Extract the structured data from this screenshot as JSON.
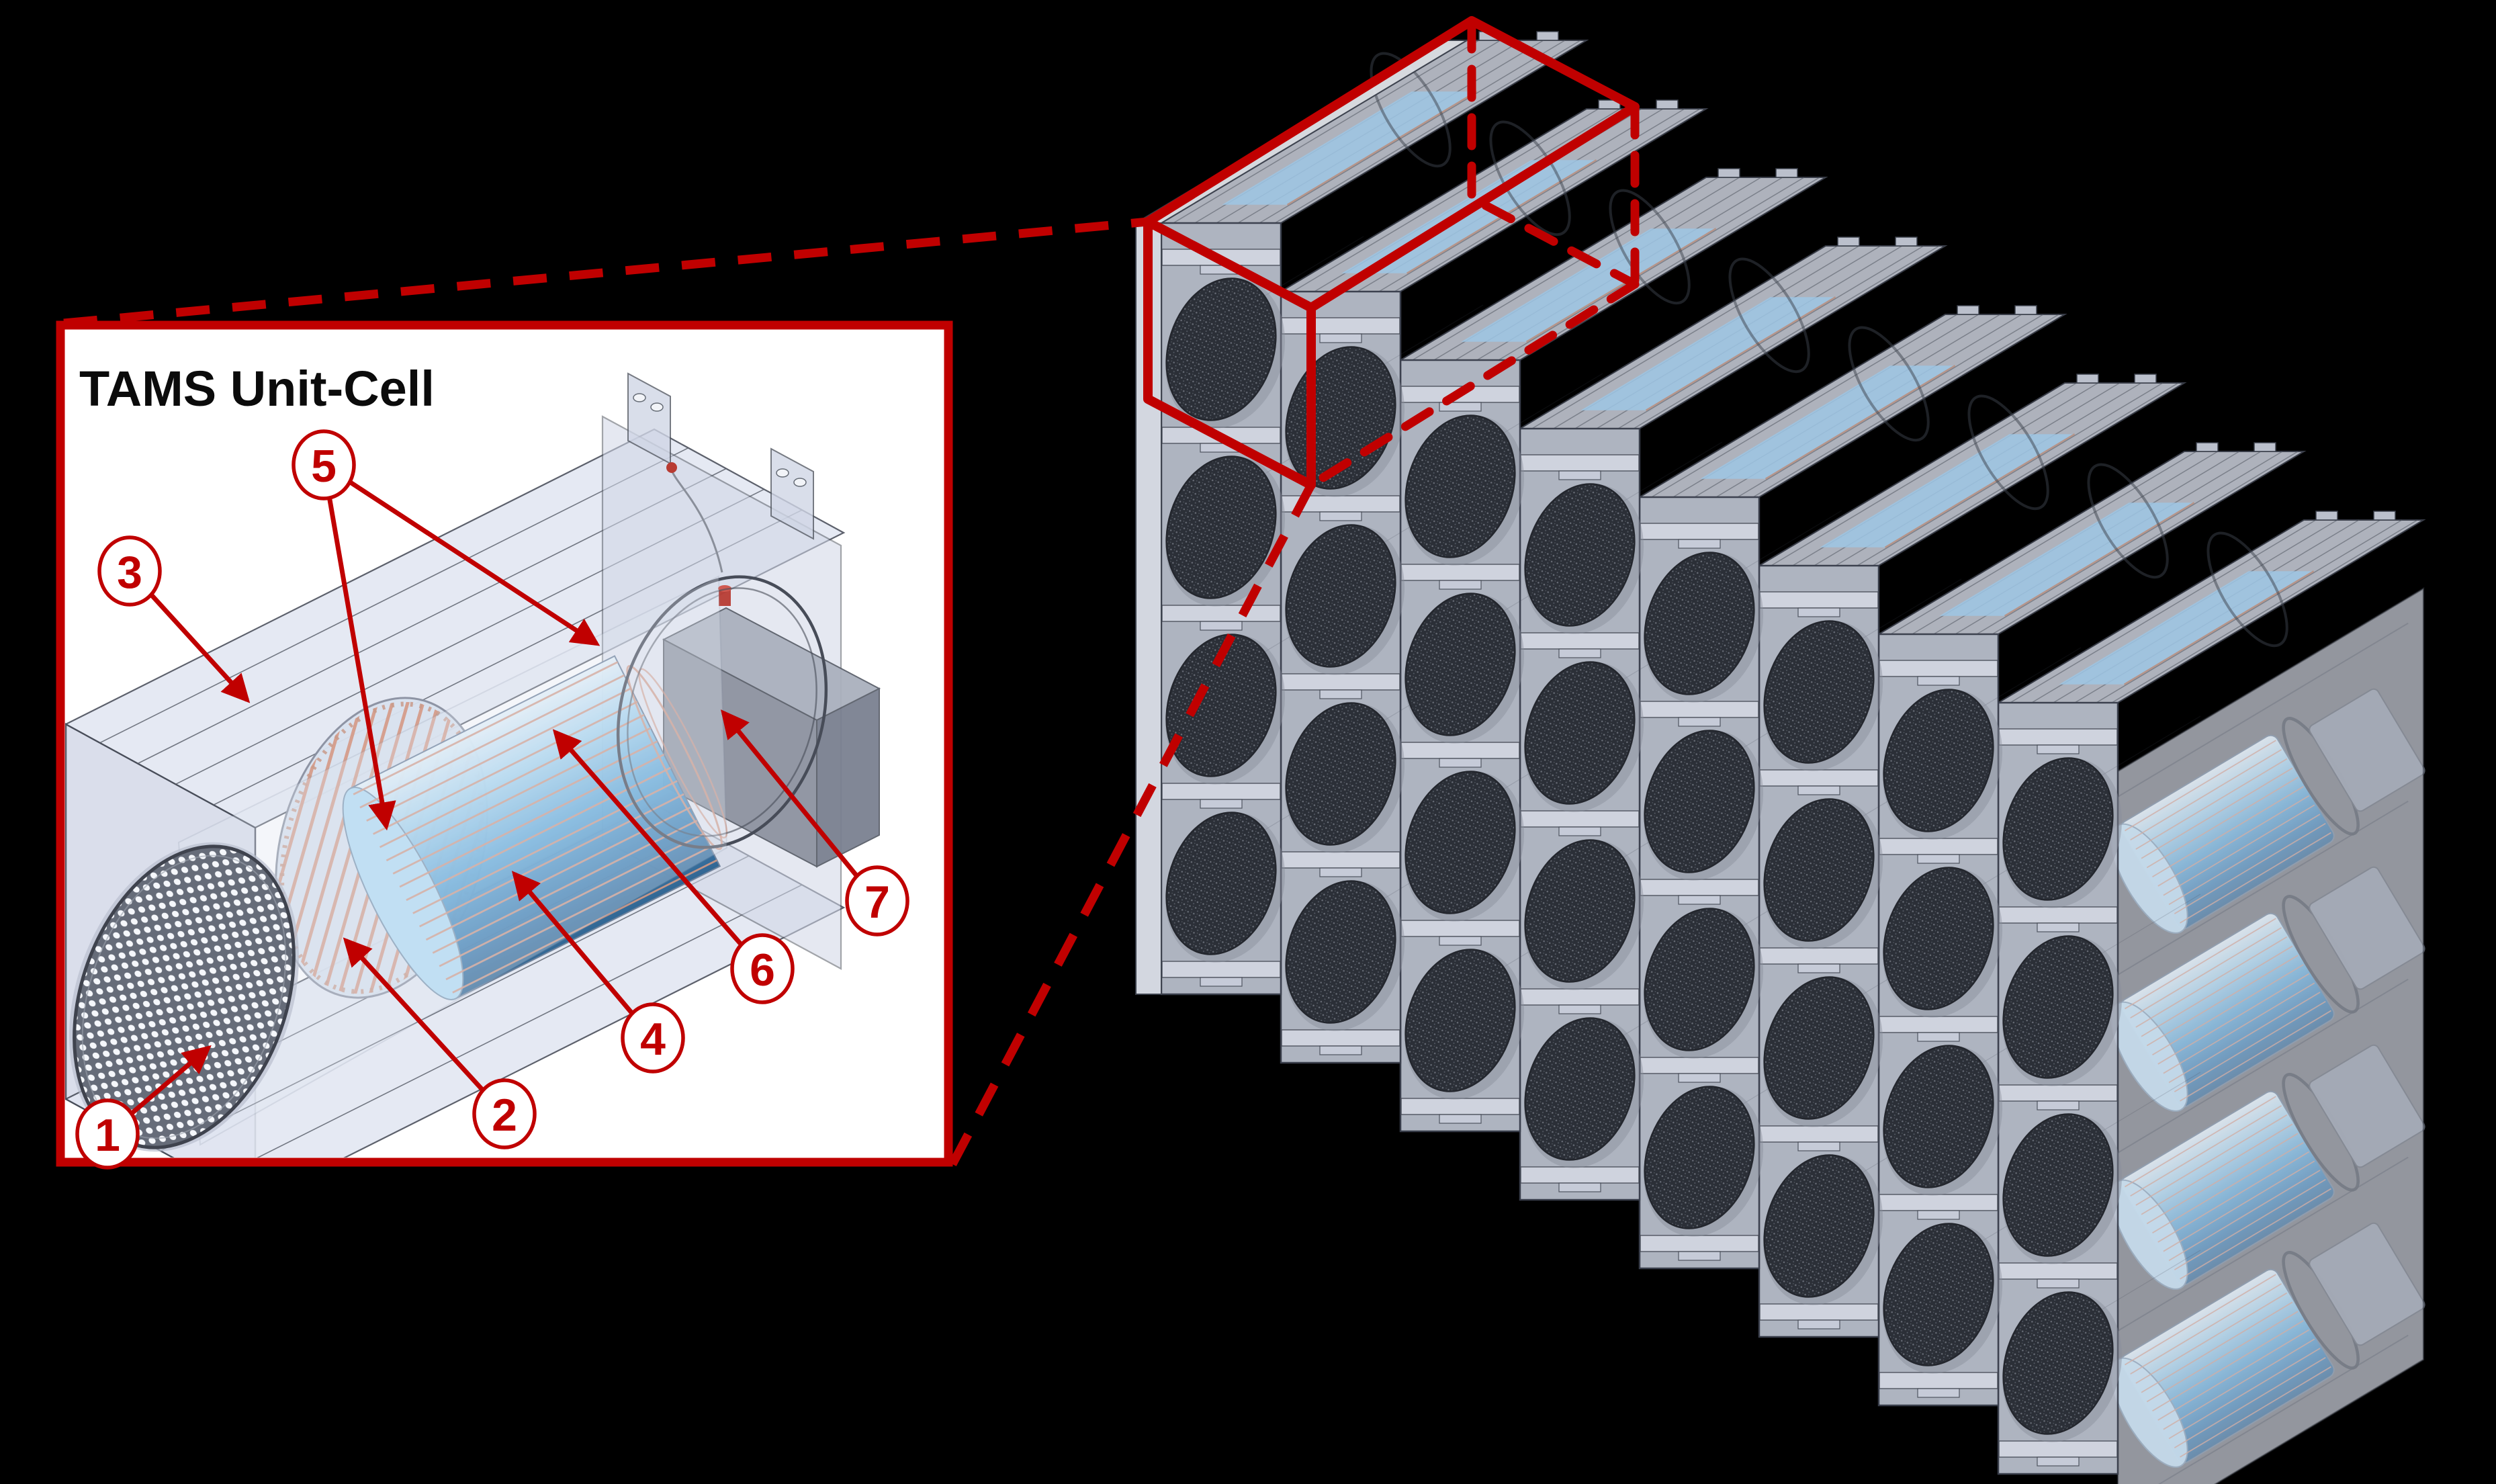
{
  "figure": {
    "background": "#000000",
    "kind": "CAD assembly diagram",
    "inset": {
      "title": "TAMS Unit-Cell",
      "background": "#ffffff",
      "border_color": "#c00000"
    },
    "callouts": [
      {
        "label": "1"
      },
      {
        "label": "2"
      },
      {
        "label": "3"
      },
      {
        "label": "4"
      },
      {
        "label": "5"
      },
      {
        "label": "6"
      },
      {
        "label": "7"
      }
    ],
    "array": {
      "columns": 8,
      "rows": 4,
      "highlight": "top-left unit cell outlined with red solid/dashed 3D box",
      "connector_style": "red dashed leader lines from inset corners to highlighted cell"
    },
    "colors": {
      "accent_red": "#c00000",
      "frame_light": "#d7dcea",
      "frame_edge": "#474c58",
      "array_face": "#bcc2cf",
      "disc_dark": "#2b2f37",
      "disc_inset": "#666c79",
      "hole_white": "#f5f7fb",
      "sorbent_blue_light": "#a9d6f0",
      "sorbent_blue_dark": "#2d6391",
      "copper": "#d49a86",
      "fan_gray": "#8d93a0",
      "text_black": "#0b0b0b"
    }
  }
}
